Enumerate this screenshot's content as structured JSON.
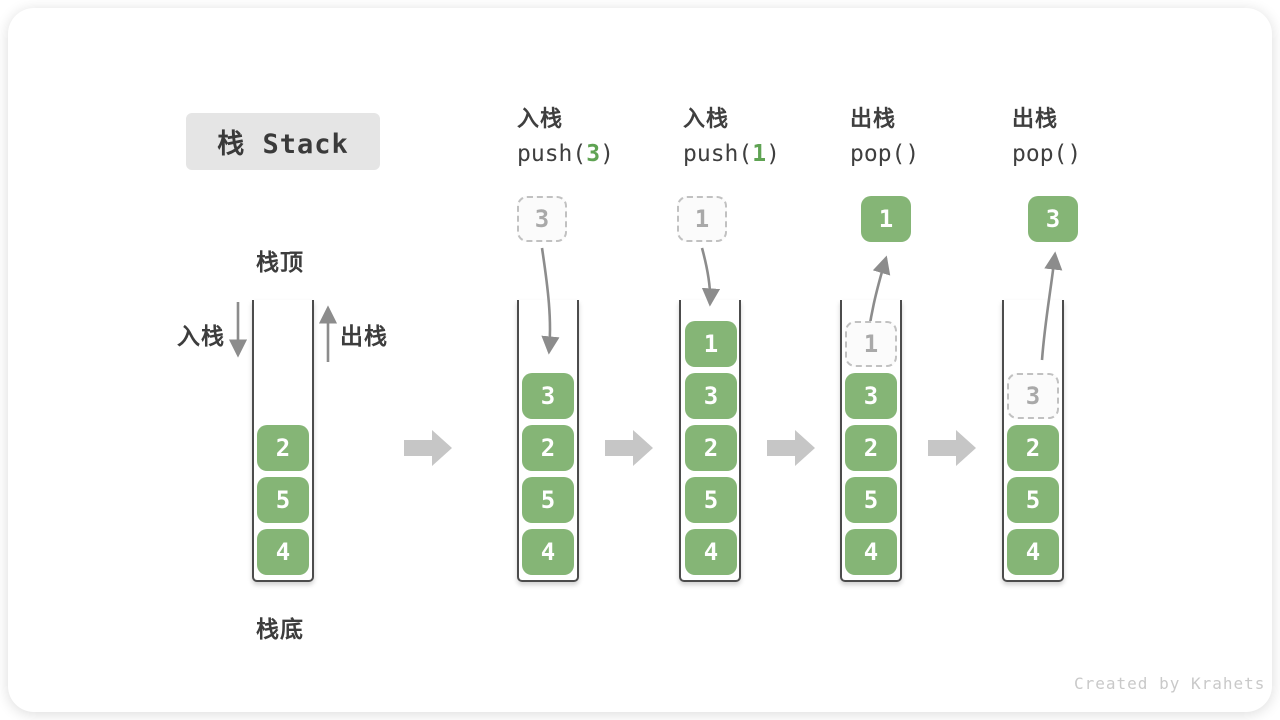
{
  "title": "栈 Stack",
  "labels": {
    "stack_top": "栈顶",
    "stack_bottom": "栈底",
    "push_side": "入栈",
    "pop_side": "出栈"
  },
  "watermark": "Created by Krahets",
  "colors": {
    "cell_green": "#85b576",
    "code_arg_green": "#5fa353",
    "curve_arrow_gray": "#8c8c8c",
    "block_arrow_gray": "#c6c6c6",
    "wall_gray": "#4c4c4c",
    "badge_gray": "#e5e5e5"
  },
  "operations": [
    {
      "label": "入栈",
      "code_before": "push(",
      "arg": "3",
      "code_after": ")"
    },
    {
      "label": "入栈",
      "code_before": "push(",
      "arg": "1",
      "code_after": ")"
    },
    {
      "label": "出栈",
      "code_before": "pop(",
      "arg": "",
      "code_after": ")"
    },
    {
      "label": "出栈",
      "code_before": "pop(",
      "arg": "",
      "code_after": ")"
    }
  ],
  "stacks": [
    {
      "items": [
        "2",
        "5",
        "4"
      ]
    },
    {
      "pending": "3",
      "items": [
        "3",
        "2",
        "5",
        "4"
      ]
    },
    {
      "pending": "1",
      "items": [
        "1",
        "3",
        "2",
        "5",
        "4"
      ]
    },
    {
      "popped": "1",
      "ghost": "1",
      "items": [
        "3",
        "2",
        "5",
        "4"
      ]
    },
    {
      "popped": "3",
      "ghost": "3",
      "items": [
        "2",
        "5",
        "4"
      ]
    }
  ]
}
